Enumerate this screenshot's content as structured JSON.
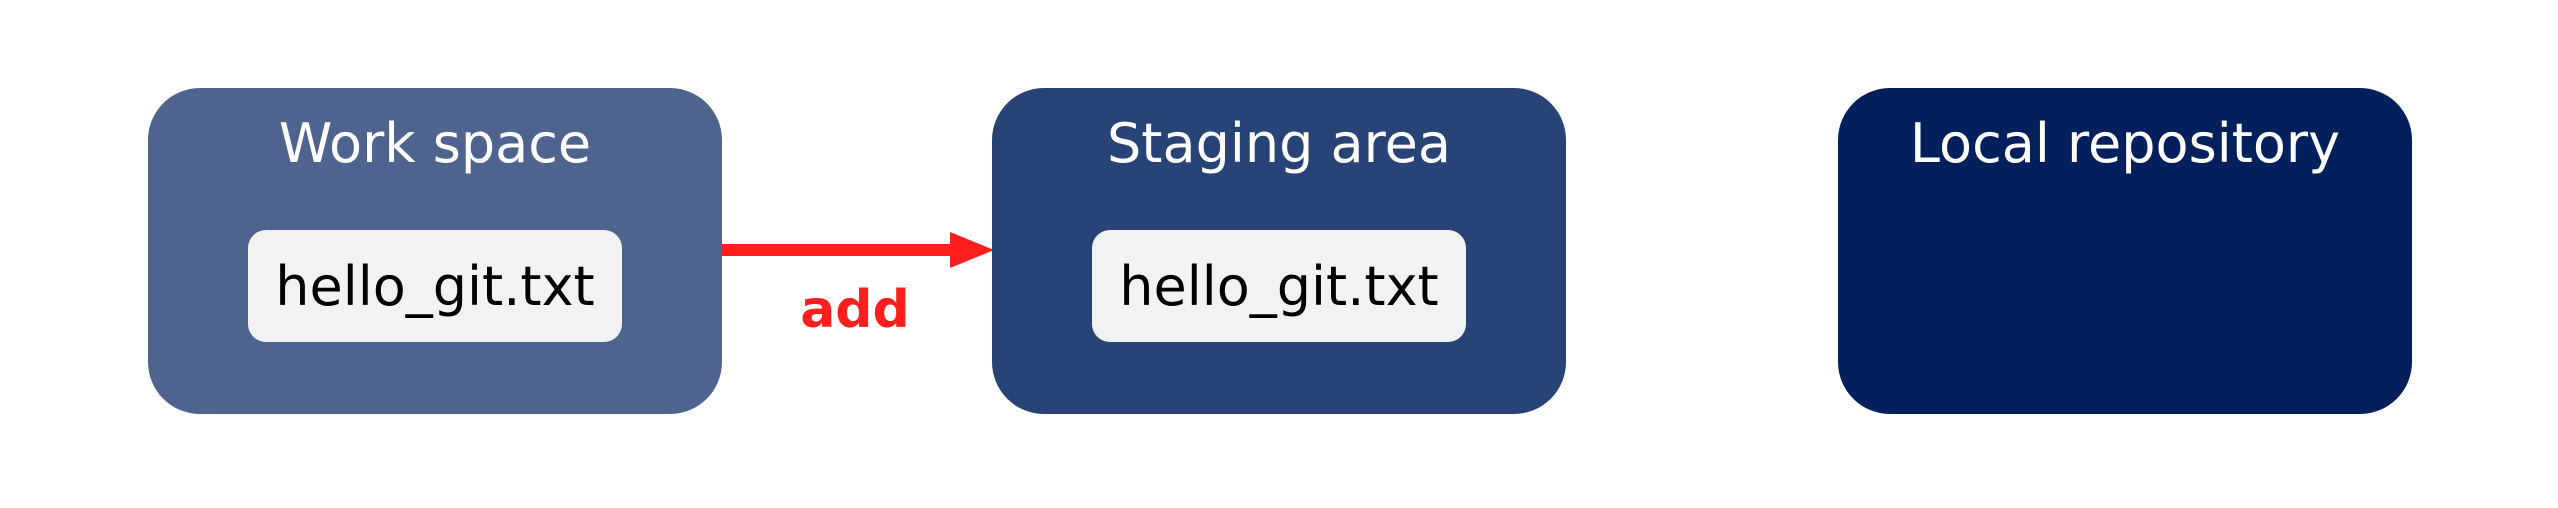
{
  "colors": {
    "workspace_fill": "#4e648e",
    "staging_fill": "#284476",
    "local_fill": "#031f5c",
    "file_chip": "#f2f2f2",
    "arrow": "#ff1f1f",
    "title_text": "#ffffff"
  },
  "workspace": {
    "title": "Work space",
    "file": "hello_git.txt"
  },
  "staging": {
    "title": "Staging area",
    "file": "hello_git.txt"
  },
  "local": {
    "title": "Local repository"
  },
  "arrow": {
    "label": "add",
    "from": "Work space",
    "to": "Staging area"
  }
}
